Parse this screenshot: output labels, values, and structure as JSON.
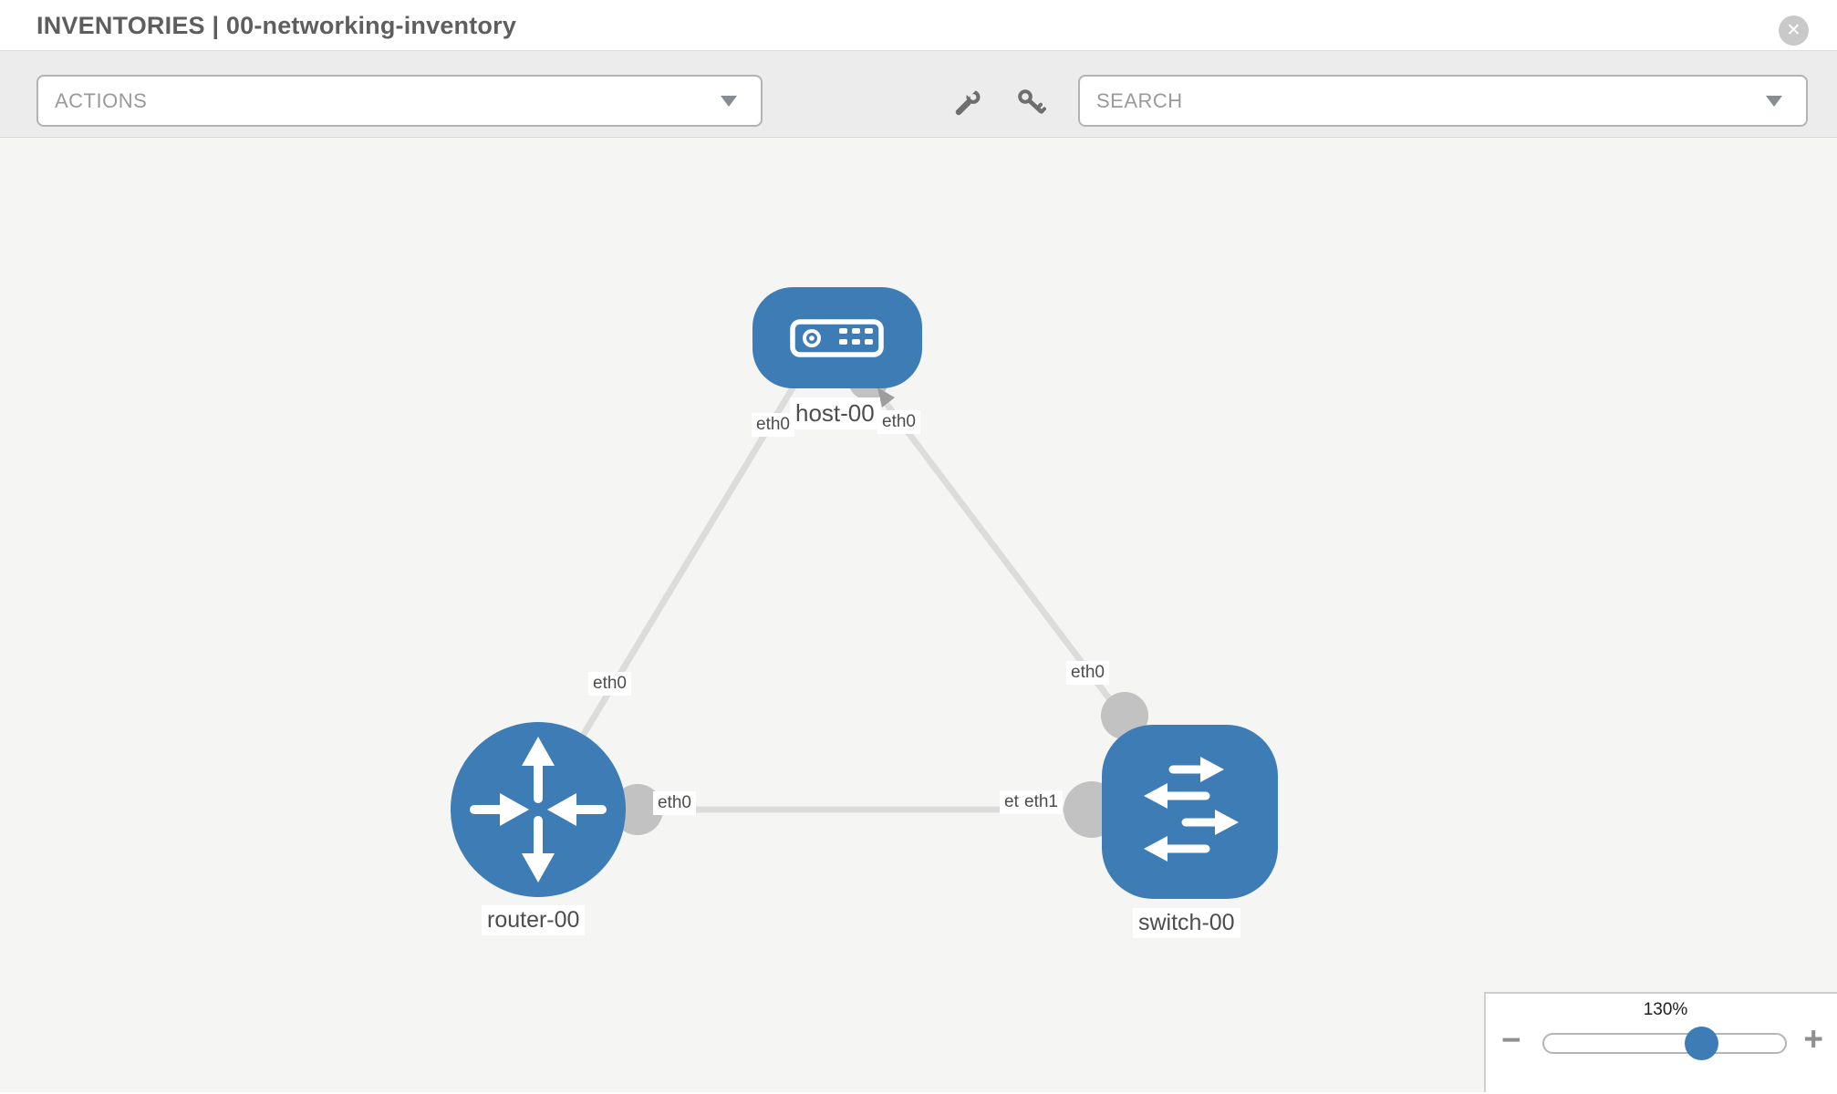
{
  "header": {
    "title": "INVENTORIES | 00-networking-inventory",
    "close_glyph": "✕"
  },
  "toolbar": {
    "actions_label": "ACTIONS",
    "search_label": "SEARCH",
    "icons": [
      "wrench-icon",
      "key-icon"
    ]
  },
  "topology": {
    "nodes": [
      {
        "id": "host-00",
        "type": "host",
        "label": "host-00"
      },
      {
        "id": "router-00",
        "type": "router",
        "label": "router-00"
      },
      {
        "id": "switch-00",
        "type": "switch",
        "label": "switch-00"
      }
    ],
    "links": [
      {
        "from": "host-00",
        "from_if": "eth0",
        "to": "router-00",
        "to_if": "eth0"
      },
      {
        "from": "host-00",
        "from_if": "eth0",
        "to": "switch-00",
        "to_if": "eth0"
      },
      {
        "from": "router-00",
        "from_if": "eth0",
        "to": "switch-00",
        "to_if": "eth1"
      }
    ],
    "iface_labels": {
      "host_router_host_end": "eth0",
      "host_router_router_end": "eth0",
      "host_switch_host_end": "eth0",
      "host_switch_switch_end": "eth0",
      "router_switch_router_end": "eth0",
      "router_switch_switch_end_under": "eth0",
      "router_switch_switch_end_over": "eth1"
    }
  },
  "zoom_control": {
    "level": "130%",
    "minus_glyph": "−",
    "plus_glyph": "+"
  },
  "colors": {
    "accent_blue": "#3d7cb5",
    "link_gray": "#dcdcdc",
    "port_gray": "#c2c2c2",
    "canvas_bg": "#f5f5f4",
    "toolbar_bg": "#ececec",
    "label_text": "#4d4d4d",
    "muted_text": "#9a9a9a",
    "icon_gray": "#6e6e6e",
    "close_gray": "#c9c9c9",
    "arrow_gray": "#9d9d9d",
    "header_text": "#5e5e5e"
  }
}
